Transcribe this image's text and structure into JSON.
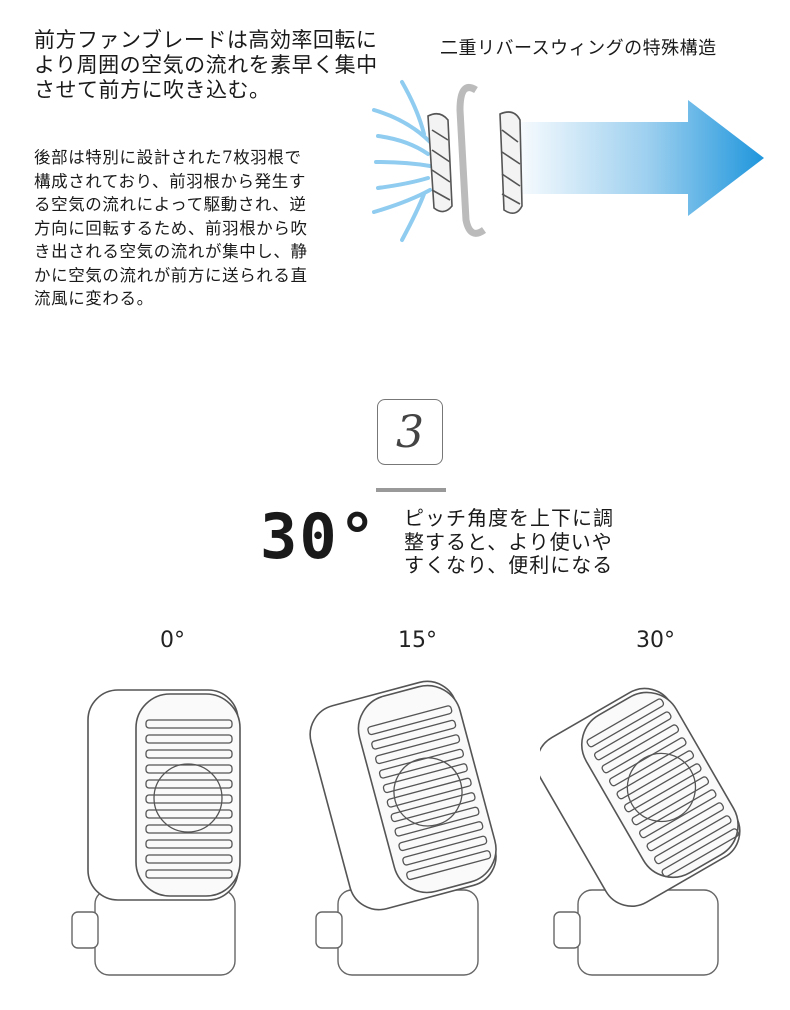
{
  "intro_text": "前方ファンブレードは高効率回転に\nより周囲の空気の流れを素早く集中\nさせて前方に吹き込む。",
  "detail_text": "後部は特別に設計された7枚羽根で\n構成されており、前羽根から発生す\nる空気の流れによって駆動され、逆\n方向に回転するため、前羽根から吹\nき出される空気の流れが集中し、静\nかに空気の流れが前方に送られる直\n流風に変わる。",
  "diagram_title": "二重リバースウィングの特殊構造",
  "step_number": "3",
  "angle_headline": "30°",
  "angle_description": "ピッチ角度を上下に調\n整すると、より使いや\nすくなり、便利になる",
  "angles": [
    {
      "label": "0°",
      "tilt_deg": 0
    },
    {
      "label": "15°",
      "tilt_deg": 15
    },
    {
      "label": "30°",
      "tilt_deg": 30
    }
  ],
  "colors": {
    "arrow": "#2a9fe0",
    "airflow_lines": "#7cc4ee"
  }
}
